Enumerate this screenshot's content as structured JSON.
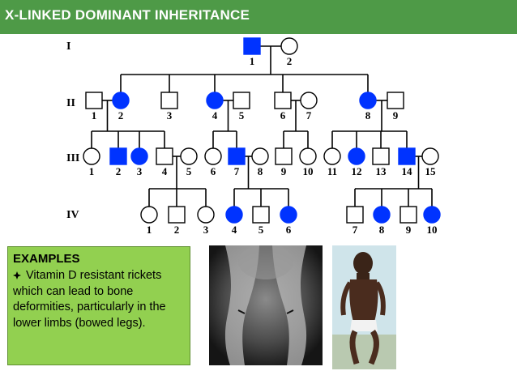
{
  "banner": {
    "title": "X-LINKED DOMINANT INHERITANCE",
    "color": "#4e9a47"
  },
  "pedigree": {
    "affected_color": "#0033ff",
    "line_color": "#000000",
    "generations": [
      "I",
      "II",
      "III",
      "IV"
    ],
    "individuals": {
      "I": [
        {
          "label": "1",
          "sex": "male",
          "affected": true
        },
        {
          "label": "2",
          "sex": "female",
          "affected": false
        }
      ],
      "II": [
        {
          "label": "1",
          "sex": "male",
          "affected": false
        },
        {
          "label": "2",
          "sex": "female",
          "affected": true
        },
        {
          "label": "3",
          "sex": "male",
          "affected": false
        },
        {
          "label": "4",
          "sex": "female",
          "affected": true
        },
        {
          "label": "5",
          "sex": "male",
          "affected": false
        },
        {
          "label": "6",
          "sex": "male",
          "affected": false
        },
        {
          "label": "7",
          "sex": "female",
          "affected": false
        },
        {
          "label": "8",
          "sex": "female",
          "affected": true
        },
        {
          "label": "9",
          "sex": "male",
          "affected": false
        }
      ],
      "III": [
        {
          "label": "1",
          "sex": "female",
          "affected": false
        },
        {
          "label": "2",
          "sex": "male",
          "affected": true
        },
        {
          "label": "3",
          "sex": "female",
          "affected": true
        },
        {
          "label": "4",
          "sex": "male",
          "affected": false
        },
        {
          "label": "5",
          "sex": "female",
          "affected": false
        },
        {
          "label": "6",
          "sex": "female",
          "affected": false
        },
        {
          "label": "7",
          "sex": "male",
          "affected": true
        },
        {
          "label": "8",
          "sex": "female",
          "affected": false
        },
        {
          "label": "9",
          "sex": "male",
          "affected": false
        },
        {
          "label": "10",
          "sex": "female",
          "affected": false
        },
        {
          "label": "11",
          "sex": "female",
          "affected": false
        },
        {
          "label": "12",
          "sex": "female",
          "affected": true
        },
        {
          "label": "13",
          "sex": "male",
          "affected": false
        },
        {
          "label": "14",
          "sex": "male",
          "affected": true
        },
        {
          "label": "15",
          "sex": "female",
          "affected": false
        }
      ],
      "IV": [
        {
          "label": "1",
          "sex": "female",
          "affected": false
        },
        {
          "label": "2",
          "sex": "male",
          "affected": false
        },
        {
          "label": "3",
          "sex": "female",
          "affected": false
        },
        {
          "label": "4",
          "sex": "female",
          "affected": true
        },
        {
          "label": "5",
          "sex": "male",
          "affected": false
        },
        {
          "label": "6",
          "sex": "female",
          "affected": true
        },
        {
          "label": "7",
          "sex": "male",
          "affected": false
        },
        {
          "label": "8",
          "sex": "female",
          "affected": true
        },
        {
          "label": "9",
          "sex": "male",
          "affected": false
        },
        {
          "label": "10",
          "sex": "female",
          "affected": true
        }
      ]
    }
  },
  "examples": {
    "heading": "EXAMPLES",
    "bullet_icon": "diamond-bullet-icon",
    "text": "Vitamin D resistant rickets which can lead to bone deformities, particularly in the lower limbs (bowed legs).",
    "box_color": "#92d050"
  },
  "images": [
    {
      "name": "xray-image"
    },
    {
      "name": "child-photo"
    }
  ]
}
